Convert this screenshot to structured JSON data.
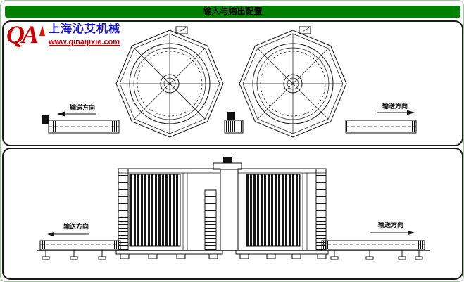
{
  "header": {
    "title": "输入与输出配置"
  },
  "logo": {
    "initials": "QA",
    "company": "上海沁艾机械",
    "website": "www.qinaijixie.com"
  },
  "top_view": {
    "left_label": "输送方向",
    "right_label": "输送方向"
  },
  "side_view": {
    "left_label": "输送方向",
    "right_label": "输送方向"
  },
  "colors": {
    "header_bg": "#008000",
    "title_text": "#000000",
    "logo_red": "#cc0000",
    "logo_blue": "#1414cc",
    "drawing_line": "#111111",
    "panel_bg": "#ffffff",
    "page_border": "#9fbf9f"
  }
}
